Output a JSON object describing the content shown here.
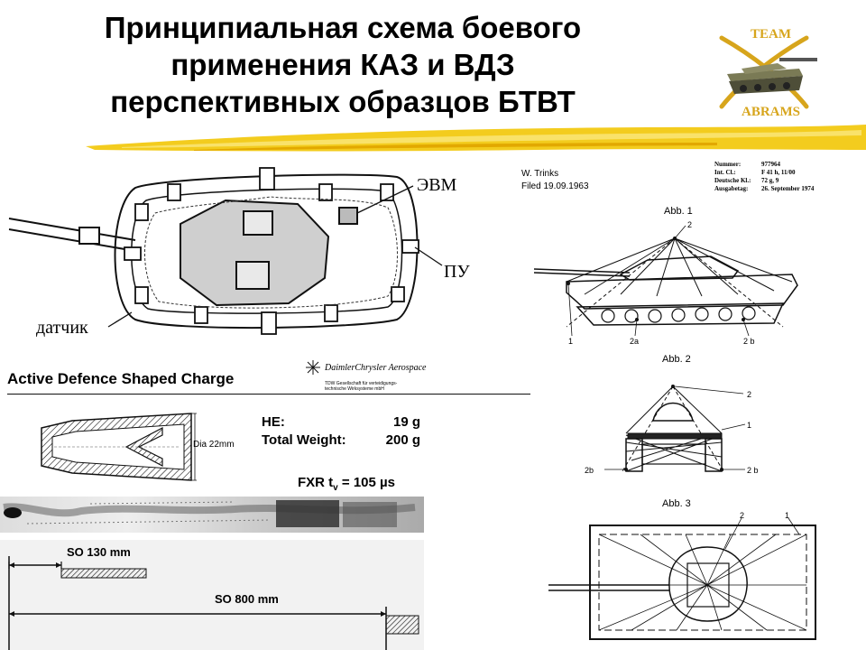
{
  "slide": {
    "title_lines": [
      "Принципиальная схема боевого",
      "применения КАЗ и ВДЗ",
      "перспективных образцов БТВТ"
    ]
  },
  "logo": {
    "top_text": "TEAM",
    "bottom_text": "ABRAMS"
  },
  "tank_top_diagram": {
    "label_computer": "ЭВМ",
    "label_launcher": "ПУ",
    "label_sensor": "датчик"
  },
  "patent": {
    "author": "W. Trinks",
    "filed": "Filed 19.09.1963",
    "meta_labels": [
      "Nummer:",
      "Int. Cl.:",
      "Deutsche Kl.:",
      "Ausgabetag:"
    ],
    "meta_values": [
      "977964",
      "F 41 h, 11/00",
      "72 g, 9",
      "26. September 1974"
    ],
    "fig1": {
      "title": "Abb. 1",
      "labels": [
        "2",
        "1",
        "2a",
        "2 b"
      ]
    },
    "fig2": {
      "title": "Abb. 2",
      "labels": [
        "2",
        "1",
        "2b",
        "2 b"
      ]
    },
    "fig3": {
      "title": "Abb. 3",
      "labels": [
        "2",
        "1"
      ]
    }
  },
  "shaped_charge": {
    "title": "Active Defence  Shaped Charge",
    "company": "DaimlerChrysler Aerospace",
    "company_sub": [
      "TDW Gesellschaft für verteidigungs-",
      "technische Wirksysteme mbH"
    ],
    "dia": "Dia 22mm",
    "he_label": "HE:",
    "he_value": "19 g",
    "weight_label": "Total Weight:",
    "weight_value": "200 g",
    "fxr": "FXR t",
    "fxr_sub": "v",
    "fxr_value": " = 105 µs",
    "so1": "SO 130 mm",
    "so2": "SO 800 mm"
  }
}
